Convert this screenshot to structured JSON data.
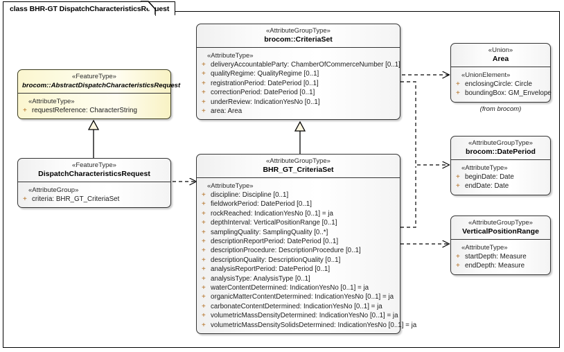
{
  "diagram": {
    "title": "class BHR-GT DispatchCharacteristicsRequest",
    "type": "uml-class-diagram"
  },
  "classes": {
    "abstract_request": {
      "stereotype": "«FeatureType»",
      "name": "brocom::AbstractDispatchCharacteristicsRequest",
      "group_stereotype": "«AttributeType»",
      "attributes": [
        {
          "visibility": "+",
          "text": "requestReference: CharacterString"
        }
      ]
    },
    "dispatch_request": {
      "stereotype": "«FeatureType»",
      "name": "DispatchCharacteristicsRequest",
      "group_stereotype": "«AttributeGroup»",
      "attributes": [
        {
          "visibility": "+",
          "text": "criteria: BHR_GT_CriteriaSet"
        }
      ]
    },
    "criteria_set": {
      "stereotype": "«AttributeGroupType»",
      "name": "brocom::CriteriaSet",
      "group_stereotype": "«AttributeType»",
      "attributes": [
        {
          "visibility": "+",
          "text": "deliveryAccountableParty: ChamberOfCommerceNumber [0..1]"
        },
        {
          "visibility": "+",
          "text": "qualityRegime: QualityRegime [0..1]"
        },
        {
          "visibility": "+",
          "text": "registrationPeriod: DatePeriod [0..1]"
        },
        {
          "visibility": "+",
          "text": "correctionPeriod: DatePeriod [0..1]"
        },
        {
          "visibility": "+",
          "text": "underReview: IndicationYesNo [0..1]"
        },
        {
          "visibility": "+",
          "text": "area: Area"
        }
      ]
    },
    "bhr_gt_criteria_set": {
      "stereotype": "«AttributeGroupType»",
      "name": "BHR_GT_CriteriaSet",
      "group_stereotype": "«AttributeType»",
      "attributes": [
        {
          "visibility": "+",
          "text": "discipline: Discipline [0..1]"
        },
        {
          "visibility": "+",
          "text": "fieldworkPeriod: DatePeriod [0..1]"
        },
        {
          "visibility": "+",
          "text": "rockReached: IndicationYesNo [0..1] = ja"
        },
        {
          "visibility": "+",
          "text": "depthInterval: VerticalPositionRange [0..1]"
        },
        {
          "visibility": "+",
          "text": "samplingQuality: SamplingQuality [0..*]"
        },
        {
          "visibility": "+",
          "text": "descriptionReportPeriod: DatePeriod [0..1]"
        },
        {
          "visibility": "+",
          "text": "descriptionProcedure: DescriptionProcedure [0..1]"
        },
        {
          "visibility": "+",
          "text": "descriptionQuality: DescriptionQuality [0..1]"
        },
        {
          "visibility": "+",
          "text": "analysisReportPeriod: DatePeriod [0..1]"
        },
        {
          "visibility": "+",
          "text": "analysisType: AnalysisType [0..1]"
        },
        {
          "visibility": "+",
          "text": "waterContentDetermined: IndicationYesNo [0..1] = ja"
        },
        {
          "visibility": "+",
          "text": "organicMatterContentDetermined: IndicationYesNo [0..1] = ja"
        },
        {
          "visibility": "+",
          "text": "carbonateContentDetermined: IndicationYesNo [0..1] = ja"
        },
        {
          "visibility": "+",
          "text": "volumetricMassDensityDetermined: IndicationYesNo [0..1] = ja"
        },
        {
          "visibility": "+",
          "text": "volumetricMassDensitySolidsDetermined: IndicationYesNo [0..1] = ja"
        }
      ]
    },
    "area": {
      "stereotype": "«Union»",
      "name": "Area",
      "group_stereotype": "«UnionElement»",
      "attributes": [
        {
          "visibility": "+",
          "text": "enclosingCircle: Circle"
        },
        {
          "visibility": "+",
          "text": "boundingBox: GM_Envelope"
        }
      ],
      "note": "(from brocom)"
    },
    "date_period": {
      "stereotype": "«AttributeGroupType»",
      "name": "brocom::DatePeriod",
      "group_stereotype": "«AttributeType»",
      "attributes": [
        {
          "visibility": "+",
          "text": "beginDate: Date"
        },
        {
          "visibility": "+",
          "text": "endDate: Date"
        }
      ]
    },
    "vertical_position_range": {
      "stereotype": "«AttributeGroupType»",
      "name": "VerticalPositionRange",
      "group_stereotype": "«AttributeType»",
      "attributes": [
        {
          "visibility": "+",
          "text": "startDepth: Measure"
        },
        {
          "visibility": "+",
          "text": "endDepth: Measure"
        }
      ]
    }
  },
  "connectors": [
    {
      "name": "generalization-dispatch-to-abstract",
      "kind": "generalization",
      "from": "dispatch_request",
      "to": "abstract_request"
    },
    {
      "name": "generalization-bhrgt-to-criteriaset",
      "kind": "generalization",
      "from": "bhr_gt_criteria_set",
      "to": "criteria_set"
    },
    {
      "name": "dependency-dispatch-to-bhrgt",
      "kind": "dependency",
      "from": "dispatch_request",
      "to": "bhr_gt_criteria_set"
    },
    {
      "name": "dependency-criteriaset-to-area",
      "kind": "dependency",
      "from": "criteria_set",
      "to": "area"
    },
    {
      "name": "dependency-bhrgt-to-dateperiod",
      "kind": "dependency",
      "from": "bhr_gt_criteria_set",
      "to": "date_period"
    },
    {
      "name": "dependency-bhrgt-to-verticalpositionrange",
      "kind": "dependency",
      "from": "bhr_gt_criteria_set",
      "to": "vertical_position_range"
    }
  ],
  "colors": {
    "yellow_fill": "#fdfbe4",
    "box_fill": "#fbfbfb",
    "border": "#333333",
    "visibility_plus": "#b06a1a",
    "line": "#000000"
  }
}
